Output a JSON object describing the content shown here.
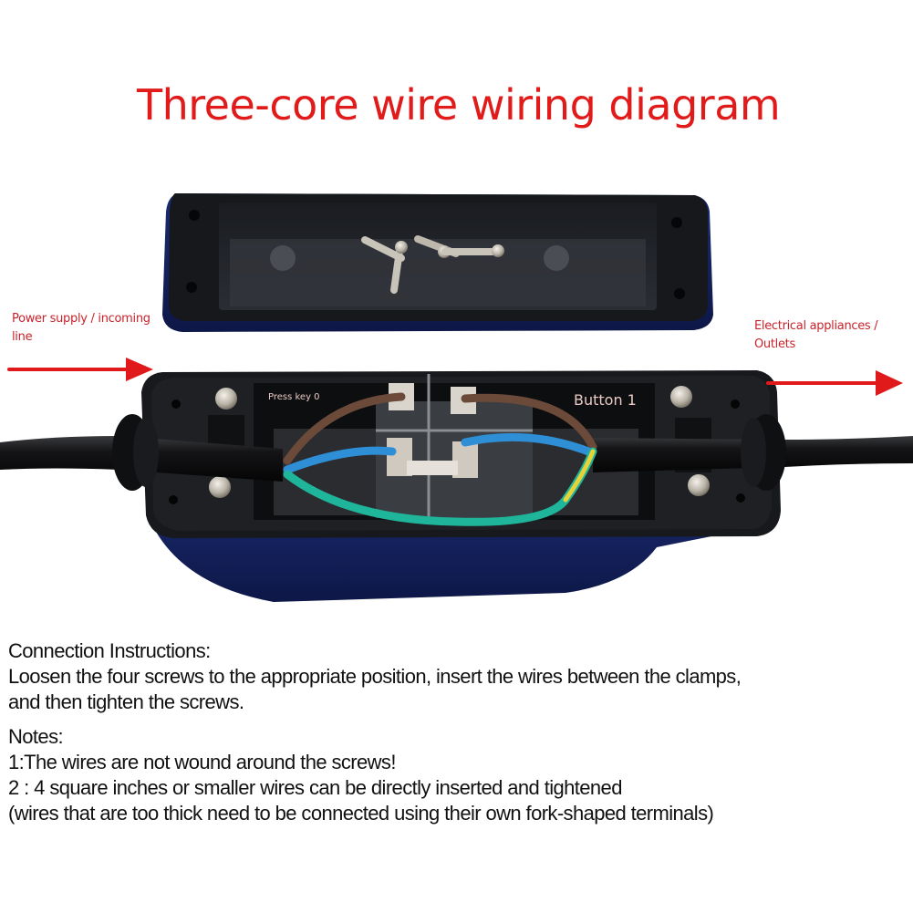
{
  "title": "Three-core wire wiring diagram",
  "labels": {
    "input_line": [
      "Power supply / incoming",
      "line"
    ],
    "output_line": [
      "Electrical appliances /",
      "Outlets"
    ],
    "terminal_left": "Press key 0",
    "terminal_right": "Button 1"
  },
  "arrows": {
    "left": {
      "direction": "right",
      "color": "#e0191a"
    },
    "right": {
      "direction": "right",
      "color": "#e0191a"
    }
  },
  "components": {
    "lid": "open junction box lid with four screws",
    "base": "junction box base with cable clamps and terminal block",
    "wires": [
      {
        "name": "live",
        "color": "#6b4a3a"
      },
      {
        "name": "neutral",
        "color": "#2f8fd6"
      },
      {
        "name": "earth",
        "color": "#1fb59a",
        "stripe": "#e6d23a"
      }
    ],
    "cables": [
      "incoming cable (left)",
      "outgoing cable (right)"
    ]
  },
  "instructions": {
    "heading": "Connection Instructions:",
    "line1": "Loosen the four screws to the appropriate position, insert the wires between the clamps,",
    "line2": "and then tighten the screws.",
    "notes_heading": "Notes:",
    "note1": "1:The wires are not wound around the screws!",
    "note2": "2 : 4 square inches or smaller wires can be directly inserted and tightened",
    "note3": "(wires that are too thick need to be connected using their own fork-shaped terminals)"
  },
  "colors": {
    "title": "#e11a1a",
    "label": "#c8232b",
    "arrow": "#e0191a",
    "box_blue": "#14225e",
    "box_black": "#141618"
  }
}
